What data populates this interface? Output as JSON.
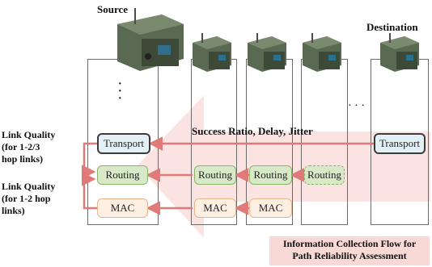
{
  "source_label": "Source",
  "destination_label": "Destination",
  "ellipsis_vertical": "·\n·\n·",
  "ellipsis_horizontal": "· · ·",
  "metrics_label": "Success Ratio, Delay, Jitter",
  "left_labels": {
    "link_quality_1": "Link Quality\n(for 1-2/3\nhop links)",
    "link_quality_2": "Link Quality\n(for 1-2 hop\nlinks)"
  },
  "layers": {
    "transport": "Transport",
    "routing": "Routing",
    "mac": "MAC"
  },
  "caption": "Information Collection Flow for\nPath Reliability Assessment",
  "colors": {
    "arrow": "#e07a78",
    "flow_band": "#f8d7d6",
    "column_border": "#6b6b6b"
  },
  "icons": [
    "radio-device-icon"
  ]
}
